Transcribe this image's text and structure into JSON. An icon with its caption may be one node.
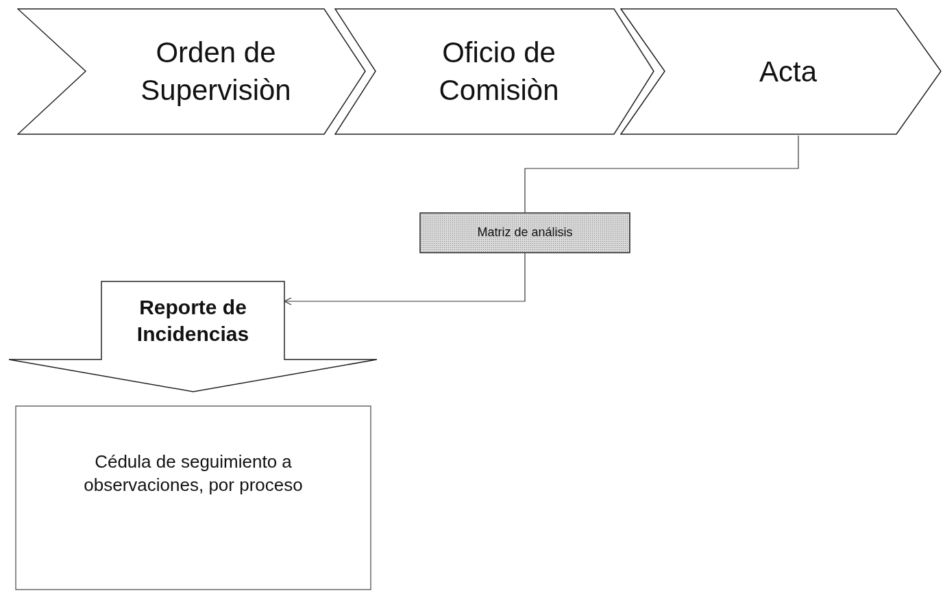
{
  "diagram": {
    "nodes": [
      {
        "text": [
          "Orden de Supervisiòn"
        ]
      },
      {
        "text": [
          "Oficio de Comisiòn"
        ]
      },
      {
        "text": [
          "Acta"
        ]
      },
      {
        "text": [
          "Matriz de análisis"
        ]
      },
      {
        "text": [
          "Reporte de Incidencias"
        ]
      },
      {
        "text": [
          "Cédula de seguimiento a observaciones, por proceso"
        ]
      }
    ],
    "edges": [
      {
        "from": 2,
        "to": 3,
        "arrow": "none"
      },
      {
        "from": 3,
        "to": 4,
        "arrow": "to"
      }
    ]
  }
}
